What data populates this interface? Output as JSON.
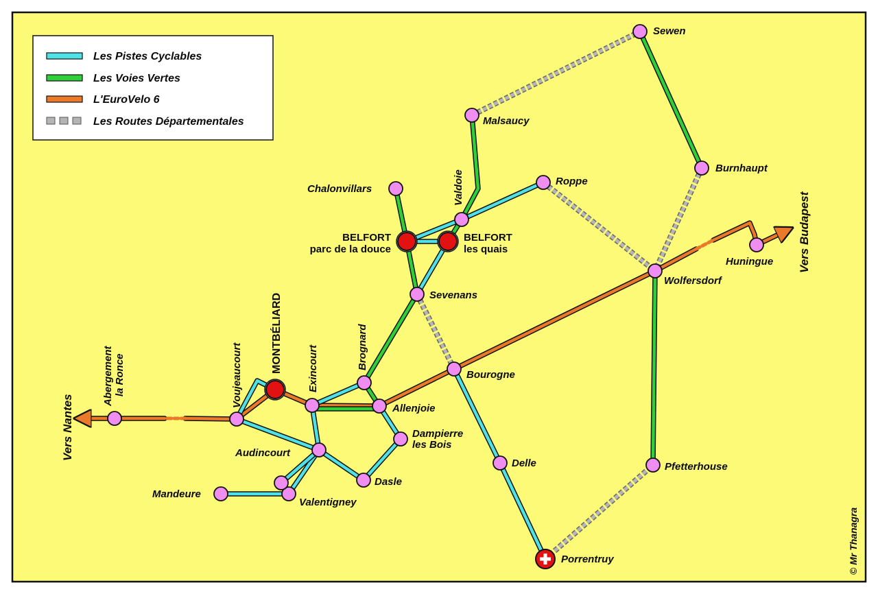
{
  "colors": {
    "background": "#fdfa78",
    "frame": "#111111",
    "cycle_path": "#4fe1e6",
    "greenway": "#2fcf3a",
    "eurovelo": "#ea7a2a",
    "road": "#b5b5b5",
    "town": "#ef8ef0",
    "city": "#e31212"
  },
  "legend": {
    "cycle_path": "Les Pistes Cyclables",
    "greenway": "Les Voies Vertes",
    "eurovelo": "L'EuroVelo 6",
    "road": "Les Routes Départementales"
  },
  "towns": {
    "sewen": "Sewen",
    "malsaucy": "Malsaucy",
    "burnhaupt": "Burnhaupt",
    "chalonvillars": "Chalonvillars",
    "valdoie": "Valdoie",
    "roppe": "Roppe",
    "belfort_douce_1": "BELFORT",
    "belfort_douce_2": "parc de la douce",
    "belfort_quais_1": "BELFORT",
    "belfort_quais_2": "les quais",
    "huningue": "Huningue",
    "wolfersdorf": "Wolfersdorf",
    "sevenans": "Sevenans",
    "montbeliard": "MONTBÉLIARD",
    "exincourt": "Exincourt",
    "brognard": "Brognard",
    "voujeaucourt": "Voujeaucourt",
    "abergement_1": "Abergement",
    "abergement_2": "la Ronce",
    "bourogne": "Bourogne",
    "allenjoie": "Allenjoie",
    "dampierre_1": "Dampierre",
    "dampierre_2": "les Bois",
    "audincourt": "Audincourt",
    "dasle": "Dasle",
    "delle": "Delle",
    "pfetterhouse": "Pfetterhouse",
    "mandeure": "Mandeure",
    "valentigney": "Valentigney",
    "porrentruy": "Porrentruy"
  },
  "directions": {
    "vers_nantes": "Vers Nantes",
    "vers_budapest": "Vers Budapest"
  },
  "credit": "© Mr Thanagra"
}
